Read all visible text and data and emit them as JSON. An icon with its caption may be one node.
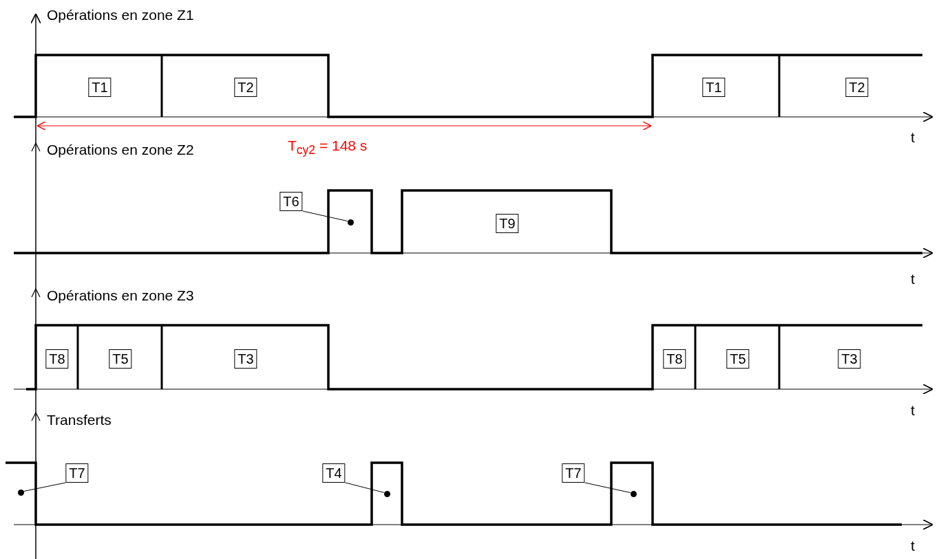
{
  "diagram": {
    "nodes": [
      {
        "text": [
          "T1"
        ]
      },
      {
        "text": [
          "T2"
        ]
      },
      {
        "text": [
          "T1"
        ]
      },
      {
        "text": [
          "T2"
        ]
      },
      {
        "text": [
          "T6"
        ]
      },
      {
        "text": [],
        "shape": "circle"
      },
      {
        "text": [
          "T9"
        ]
      },
      {
        "text": [
          "T8"
        ]
      },
      {
        "text": [
          "T5"
        ]
      },
      {
        "text": [
          "T3"
        ]
      },
      {
        "text": [
          "T8"
        ]
      },
      {
        "text": [
          "T5"
        ]
      },
      {
        "text": [
          "T3"
        ]
      },
      {
        "text": [],
        "shape": "circle"
      },
      {
        "text": [
          "T7"
        ]
      },
      {
        "text": [
          "T4"
        ]
      },
      {
        "text": [],
        "shape": "circle"
      },
      {
        "text": [
          "T7"
        ]
      },
      {
        "text": [],
        "shape": "circle"
      }
    ],
    "edges": [
      {
        "from": 4,
        "to": 5,
        "arrow": "none"
      },
      {
        "from": 14,
        "to": 13,
        "arrow": "none"
      },
      {
        "from": 15,
        "to": 16,
        "arrow": "none"
      },
      {
        "from": 17,
        "to": 18,
        "arrow": "none"
      }
    ],
    "labels": [
      "Opérations en zone Z1",
      "t",
      "Opérations en zone Z2",
      "T$_{cy2}$ = 148 s",
      "t",
      "Opérations en zone Z3",
      "t",
      "Transferts",
      "t"
    ]
  }
}
